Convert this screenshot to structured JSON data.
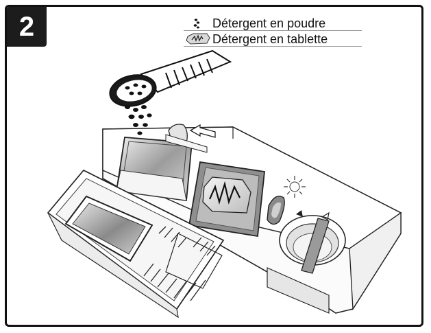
{
  "step": {
    "number": "2"
  },
  "legend": {
    "items": [
      {
        "icon": "powder-icon",
        "label": "Détergent en poudre"
      },
      {
        "icon": "tablet-icon",
        "label": "Détergent en tablette"
      }
    ]
  }
}
